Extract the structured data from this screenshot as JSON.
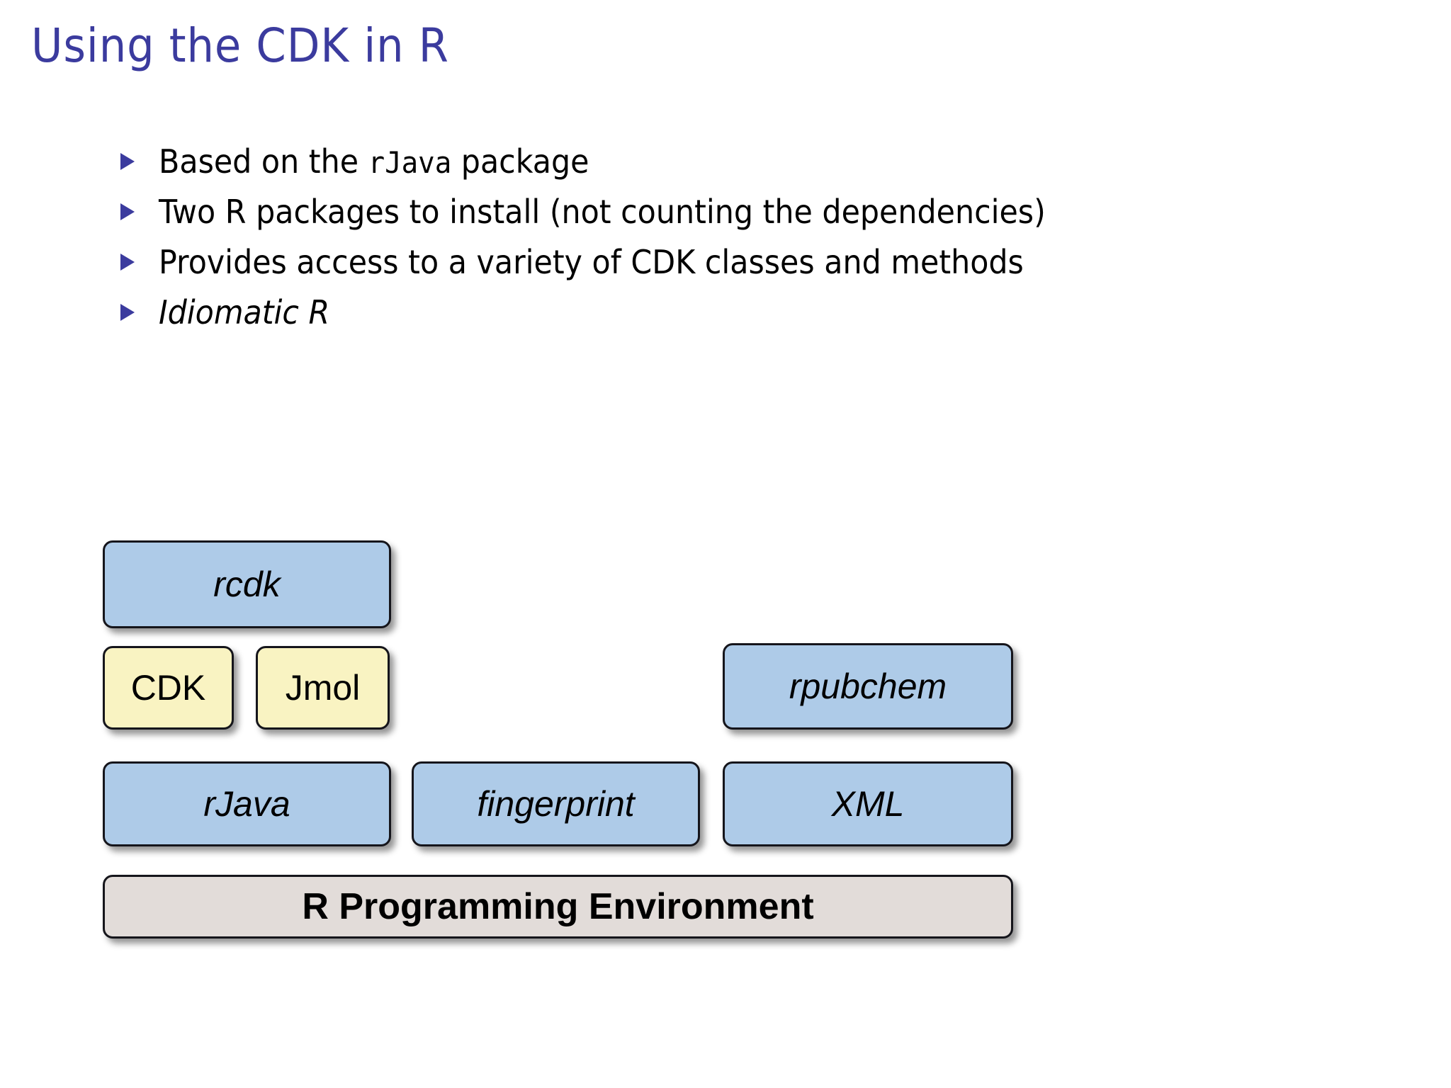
{
  "slide": {
    "title": "Using the CDK in R",
    "title_color": "#3b3b9e",
    "background_color": "#ffffff"
  },
  "bullets": [
    {
      "marker": "triangle-bullet-icon",
      "pre": "Based on the ",
      "mono": "rJava",
      "post": " package",
      "style": "normal"
    },
    {
      "marker": "triangle-bullet-icon",
      "text": "Two R packages to install (not counting the dependencies)",
      "style": "normal"
    },
    {
      "marker": "triangle-bullet-icon",
      "text": "Provides access to a variety of CDK classes and methods",
      "style": "normal"
    },
    {
      "marker": "triangle-bullet-icon",
      "text": "Idiomatic R",
      "style": "italic"
    }
  ],
  "diagram": {
    "name": "r-cdk-software-stack",
    "colors": {
      "blue_box": "#aecbe8",
      "yellow_box": "#f9f3c2",
      "gray_box": "#e2dcd9",
      "border": "#15151b"
    },
    "boxes": {
      "rcdk": {
        "label": "rcdk",
        "fill": "blue",
        "style": "italic"
      },
      "cdk": {
        "label": "CDK",
        "fill": "yellow",
        "style": "plain"
      },
      "jmol": {
        "label": "Jmol",
        "fill": "yellow",
        "style": "plain"
      },
      "rpubchem": {
        "label": "rpubchem",
        "fill": "blue",
        "style": "italic"
      },
      "rjava": {
        "label": "rJava",
        "fill": "blue",
        "style": "italic"
      },
      "fingerprint": {
        "label": "fingerprint",
        "fill": "blue",
        "style": "italic"
      },
      "xml": {
        "label": "XML",
        "fill": "blue",
        "style": "italic"
      },
      "renv": {
        "label": "R Programming Environment",
        "fill": "gray",
        "style": "bold"
      }
    }
  }
}
